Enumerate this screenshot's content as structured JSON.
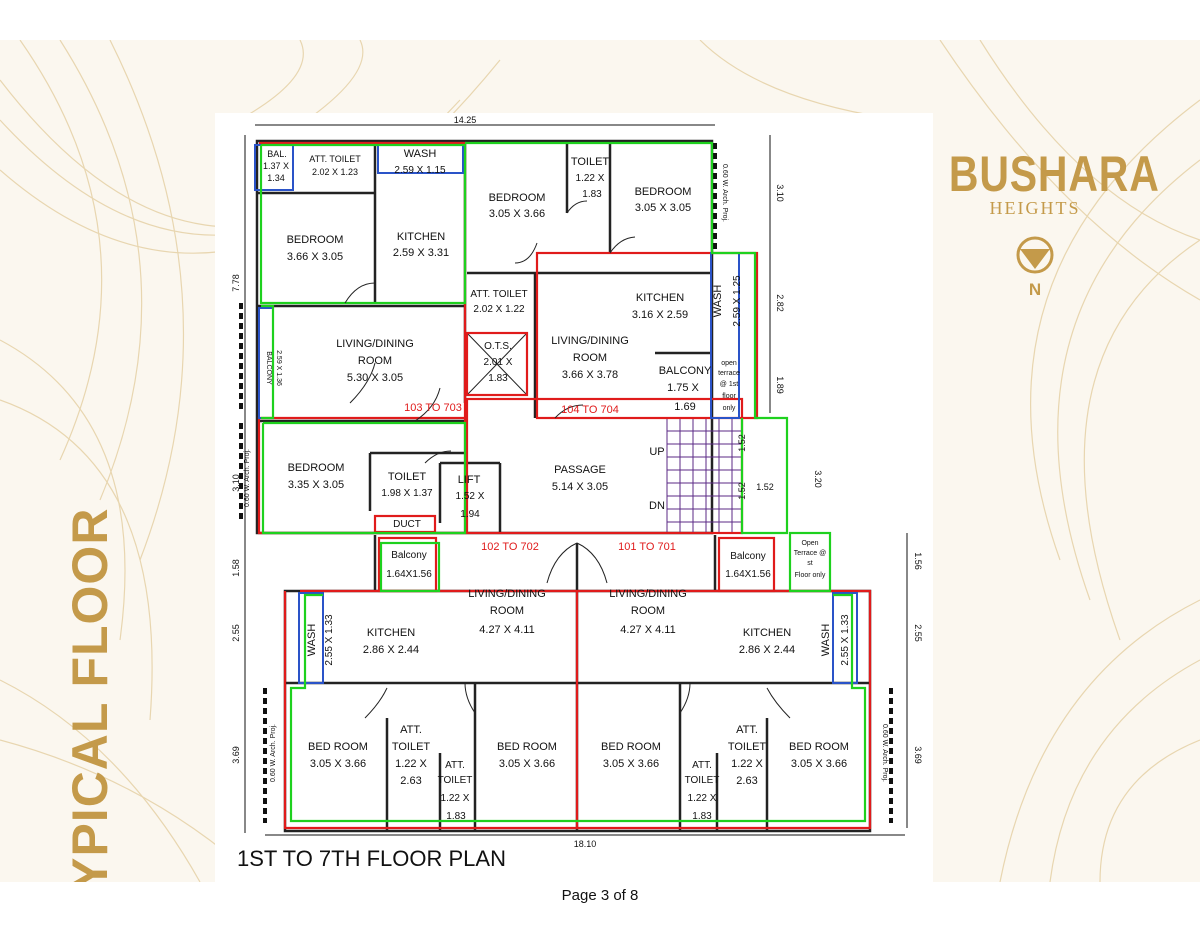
{
  "side_title": "TYPICAL FLOOR",
  "brand": {
    "name": "BUSHARA",
    "subtitle": "HEIGHTS",
    "north_label": "N"
  },
  "plan": {
    "title": "1ST TO 7TH FLOOR PLAN",
    "rooms": {
      "bal": [
        "BAL.",
        "1.37 X",
        "1.34"
      ],
      "att_toilet_a": [
        "ATT. TOILET",
        "2.02 X 1.23"
      ],
      "wash_a": [
        "WASH",
        "2.59 X 1.15"
      ],
      "bedroom_b1": [
        "BEDROOM",
        "3.05 X 3.66"
      ],
      "toilet_b": [
        "TOILET",
        "1.22 X",
        "1.83"
      ],
      "bedroom_b2": [
        "BEDROOM",
        "3.05 X 3.05"
      ],
      "bedroom_a1": [
        "BEDROOM",
        "3.66 X 3.05"
      ],
      "kitchen_a": [
        "KITCHEN",
        "2.59 X 3.31"
      ],
      "att_toilet_b": [
        "ATT. TOILET",
        "2.02 X 1.22"
      ],
      "kitchen_b": [
        "KITCHEN",
        "3.16 X 2.59"
      ],
      "wash_b": [
        "WASH",
        "2.59 X 1.25"
      ],
      "balcony_a": [
        "BALCONY",
        "2.59 X 1.36"
      ],
      "living_a": [
        "LIVING/DINING",
        "ROOM",
        "5.30 X 3.05"
      ],
      "ots": [
        "O.T.S.",
        "2.01 X",
        "1.83"
      ],
      "living_b": [
        "LIVING/DINING",
        "ROOM",
        "3.66 X 3.78"
      ],
      "balcony_b": [
        "BALCONY",
        "1.75 X",
        "1.69"
      ],
      "open_terrace_top": [
        "open",
        "terrace",
        "@ 1st",
        "floor",
        "only"
      ],
      "bedroom_a2": [
        "BEDROOM",
        "3.35 X 3.05"
      ],
      "toilet_a": [
        "TOILET",
        "1.98 X 1.37"
      ],
      "lift": [
        "LIFT",
        "1.52 X",
        "1.94"
      ],
      "passage": [
        "PASSAGE",
        "5.14 X 3.05"
      ],
      "duct": "DUCT",
      "up": "UP",
      "dn": "DN",
      "balcony_c": [
        "Balcony",
        "1.64X1.56"
      ],
      "balcony_d": [
        "Balcony",
        "1.64X1.56"
      ],
      "open_terrace_bottom": [
        "Open",
        "Terrace @",
        "st",
        "Floor only"
      ],
      "living_c": [
        "LIVING/DINING",
        "ROOM",
        "4.27 X 4.11"
      ],
      "living_d": [
        "LIVING/DINING",
        "ROOM",
        "4.27 X 4.11"
      ],
      "kitchen_c": [
        "KITCHEN",
        "2.86 X 2.44"
      ],
      "kitchen_d": [
        "KITCHEN",
        "2.86 X 2.44"
      ],
      "wash_c": [
        "WASH",
        "2.55 X 1.33"
      ],
      "wash_d": [
        "WASH",
        "2.55 X 1.33"
      ],
      "bed_c1": [
        "BED ROOM",
        "3.05 X 3.66"
      ],
      "att_c1": [
        "ATT.",
        "TOILET",
        "1.22 X",
        "2.63"
      ],
      "att_c2": [
        "ATT.",
        "TOILET",
        "1.22 X",
        "1.83"
      ],
      "bed_c2": [
        "BED ROOM",
        "3.05 X 3.66"
      ],
      "bed_d1": [
        "BED ROOM",
        "3.05 X 3.66"
      ],
      "att_d1": [
        "ATT.",
        "TOILET",
        "1.22 X",
        "1.83"
      ],
      "att_d2": [
        "ATT.",
        "TOILET",
        "1.22 X",
        "2.63"
      ],
      "bed_d2": [
        "BED ROOM",
        "3.05 X 3.66"
      ]
    },
    "unit_labels": {
      "u103": "103 TO 703",
      "u104": "104 TO 704",
      "u102": "102 TO 702",
      "u101": "101 TO 701"
    },
    "dimensions": {
      "top": "14.25",
      "bottom": "18.10",
      "left": [
        "7.78",
        "3.10",
        "1.58",
        "2.55",
        "3.69"
      ],
      "right": [
        "3.10",
        "2.82",
        "1.89",
        "3.20",
        "1.56",
        "2.55",
        "3.69"
      ],
      "stair": [
        "1.52",
        "1.52",
        "1.52"
      ],
      "arch": "0.60 W. Arch. Proj."
    }
  },
  "footer": "Page 3 of 8"
}
